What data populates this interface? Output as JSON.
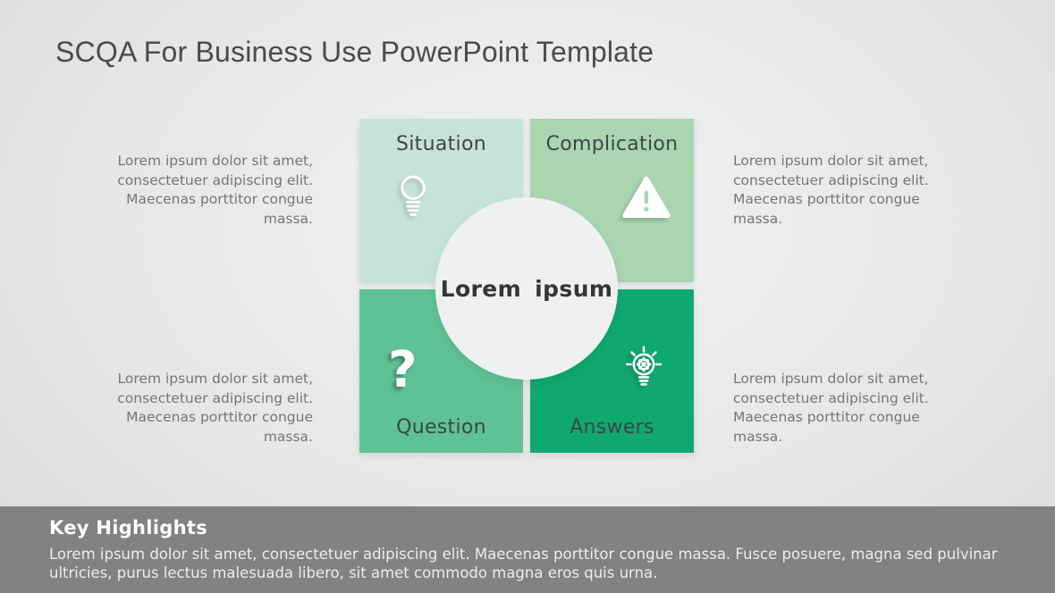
{
  "title": "SCQA For Business Use PowerPoint Template",
  "diagram": {
    "center_label": "Lorem ipsum",
    "quadrants": [
      {
        "label": "Situation",
        "icon": "lightbulb-icon",
        "color": "#c6e3da"
      },
      {
        "label": "Complication",
        "icon": "warning-triangle-icon",
        "color": "#abd4b1"
      },
      {
        "label": "Question",
        "icon": "question-mark-icon",
        "color": "#5fc295",
        "glyph": "?"
      },
      {
        "label": "Answers",
        "icon": "idea-bulb-icon",
        "color": "#10a871"
      }
    ]
  },
  "annotations": {
    "top_left": "Lorem ipsum dolor sit amet, consectetuer adipiscing elit. Maecenas porttitor congue massa.",
    "top_right": "Lorem ipsum dolor sit amet, consectetuer adipiscing elit. Maecenas porttitor congue massa.",
    "bottom_left": "Lorem ipsum dolor sit amet, consectetuer adipiscing elit. Maecenas porttitor congue massa.",
    "bottom_right": "Lorem ipsum dolor sit amet, consectetuer adipiscing elit. Maecenas porttitor congue massa."
  },
  "footer": {
    "heading": "Key Highlights",
    "body": "Lorem ipsum dolor sit amet, consectetuer adipiscing elit. Maecenas porttitor congue massa. Fusce posuere, magna sed pulvinar ultricies, purus lectus malesuada libero, sit amet commodo magna eros quis urna."
  },
  "colors": {
    "slide_background": "#e6e8e8",
    "circle_background": "#eef1f0",
    "title_text": "#4b4b4b",
    "quadrant_label_text": "#3c4744",
    "annotation_text": "#757677",
    "footer_background": "#838184",
    "footer_text": "#ffffff"
  }
}
